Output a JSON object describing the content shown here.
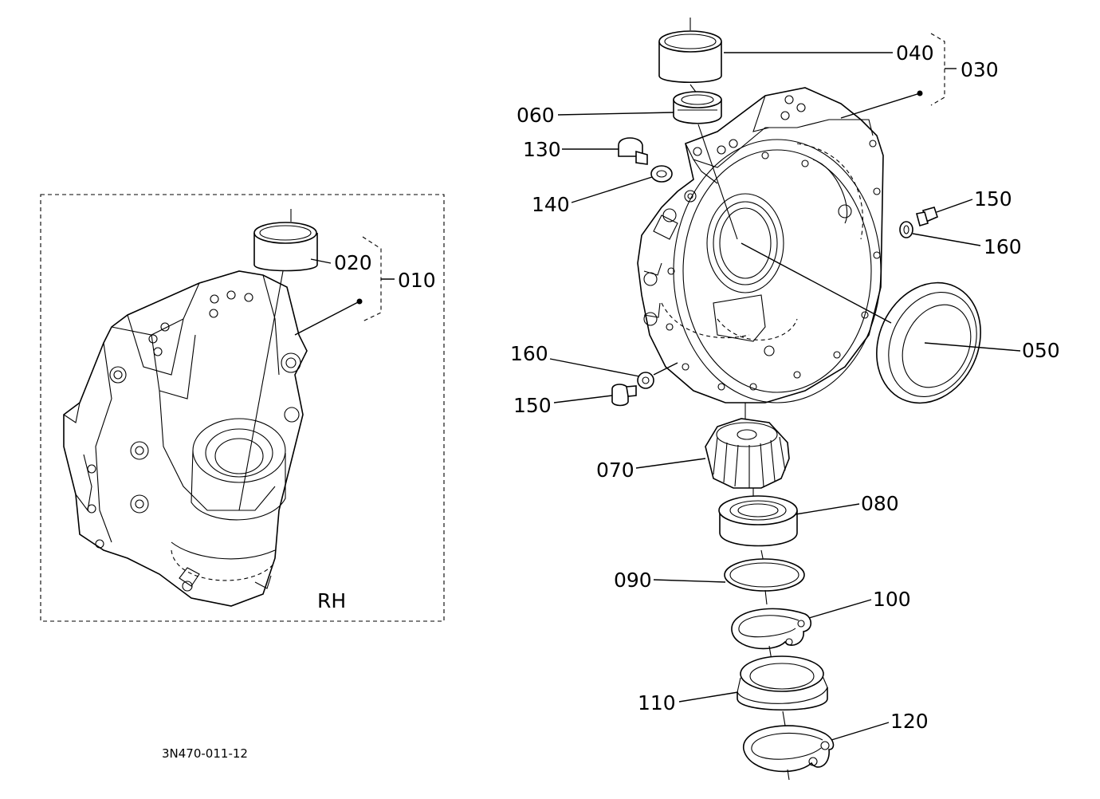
{
  "diagram": {
    "labels": {
      "p010": "010",
      "p020": "020",
      "p030": "030",
      "p040": "040",
      "p050": "050",
      "p060": "060",
      "p070": "070",
      "p080": "080",
      "p090": "090",
      "p100": "100",
      "p110": "110",
      "p120": "120",
      "p130": "130",
      "p140": "140",
      "p150a": "150",
      "p150b": "150",
      "p160a": "160",
      "p160b": "160"
    },
    "side_label": "RH",
    "drawing_id": "3N470-011-12"
  }
}
